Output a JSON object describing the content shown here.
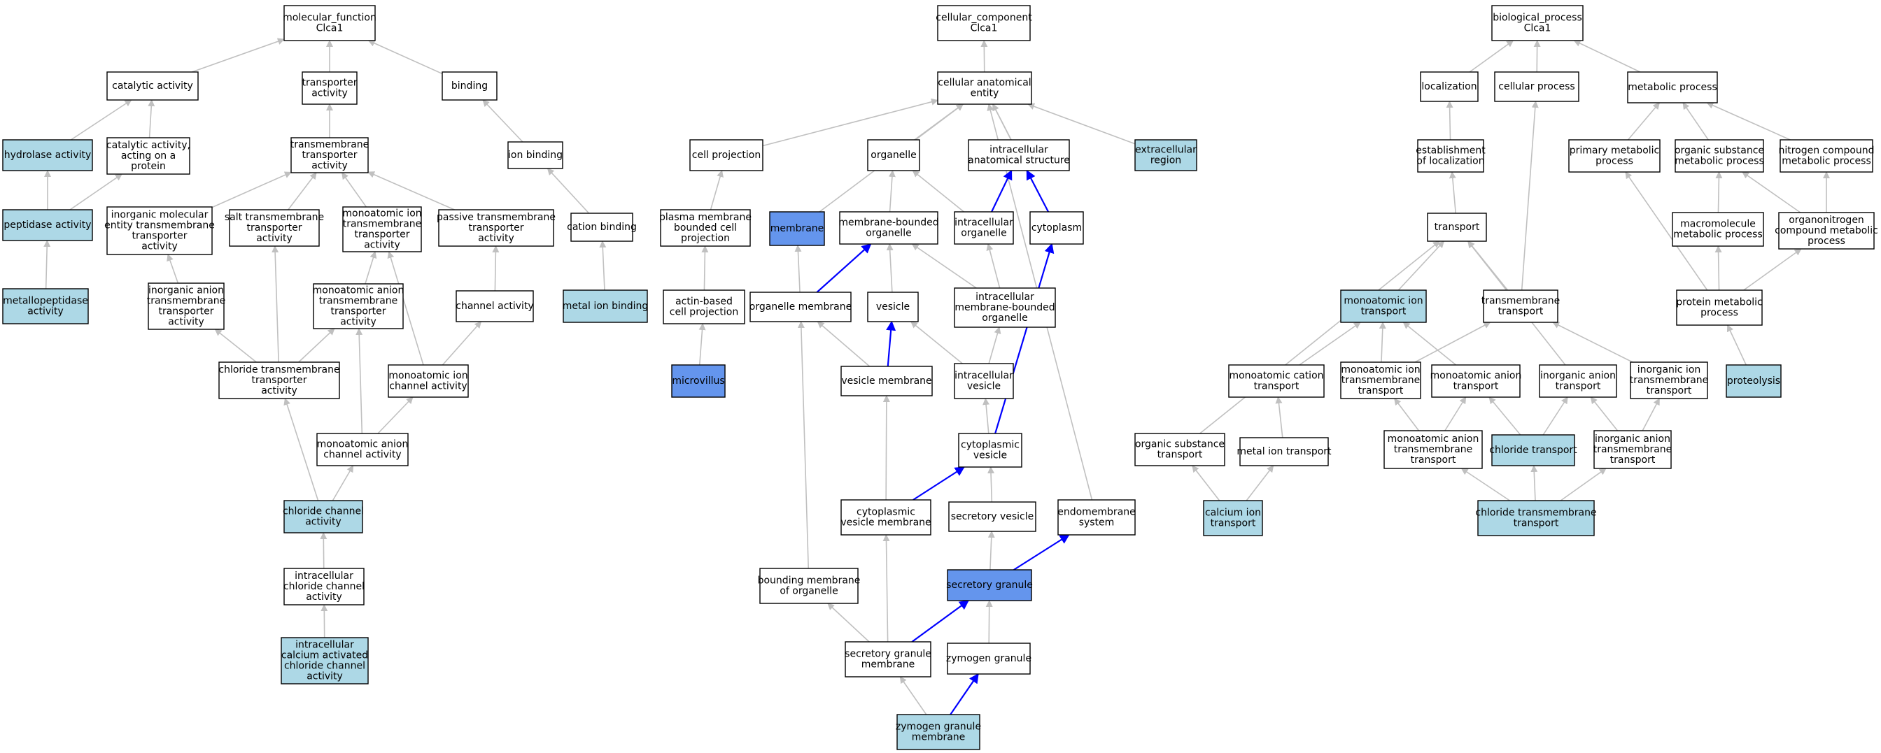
{
  "colors": {
    "plain": "#ffffff",
    "light": "#add8e6",
    "dark": "#6495ed",
    "edge_gray": "#c0c0c0",
    "edge_blue": "#0000ff"
  },
  "nodes": [
    {
      "id": "mf",
      "lines": [
        "molecular_function",
        "Clca1"
      ],
      "fill": "plain"
    },
    {
      "id": "catalytic",
      "lines": [
        "catalytic activity"
      ],
      "fill": "plain"
    },
    {
      "id": "transporter",
      "lines": [
        "transporter",
        "activity"
      ],
      "fill": "plain"
    },
    {
      "id": "binding",
      "lines": [
        "binding"
      ],
      "fill": "plain"
    },
    {
      "id": "hydrolase",
      "lines": [
        "hydrolase activity"
      ],
      "fill": "light"
    },
    {
      "id": "catprot",
      "lines": [
        "catalytic activity,",
        "acting on a",
        "protein"
      ],
      "fill": "plain"
    },
    {
      "id": "tmtransporter",
      "lines": [
        "transmembrane",
        "transporter",
        "activity"
      ],
      "fill": "plain"
    },
    {
      "id": "ionbinding",
      "lines": [
        "ion binding"
      ],
      "fill": "plain"
    },
    {
      "id": "peptidase",
      "lines": [
        "peptidase activity"
      ],
      "fill": "light"
    },
    {
      "id": "inorgmol",
      "lines": [
        "inorganic molecular",
        "entity transmembrane",
        "transporter",
        "activity"
      ],
      "fill": "plain"
    },
    {
      "id": "salttm",
      "lines": [
        "salt transmembrane",
        "transporter",
        "activity"
      ],
      "fill": "plain"
    },
    {
      "id": "monoiontm",
      "lines": [
        "monoatomic ion",
        "transmembrane",
        "transporter",
        "activity"
      ],
      "fill": "plain"
    },
    {
      "id": "passivetm",
      "lines": [
        "passive transmembrane",
        "transporter",
        "activity"
      ],
      "fill": "plain"
    },
    {
      "id": "cationbinding",
      "lines": [
        "cation binding"
      ],
      "fill": "plain"
    },
    {
      "id": "metallopep",
      "lines": [
        "metallopeptidase",
        "activity"
      ],
      "fill": "light"
    },
    {
      "id": "inorganiontm",
      "lines": [
        "inorganic anion",
        "transmembrane",
        "transporter",
        "activity"
      ],
      "fill": "plain"
    },
    {
      "id": "monoaniontm",
      "lines": [
        "monoatomic anion",
        "transmembrane",
        "transporter",
        "activity"
      ],
      "fill": "plain"
    },
    {
      "id": "channel",
      "lines": [
        "channel activity"
      ],
      "fill": "plain"
    },
    {
      "id": "metalionbinding",
      "lines": [
        "metal ion binding"
      ],
      "fill": "light"
    },
    {
      "id": "chloridetm",
      "lines": [
        "chloride transmembrane",
        "transporter",
        "activity"
      ],
      "fill": "plain"
    },
    {
      "id": "monoionchannel",
      "lines": [
        "monoatomic ion",
        "channel activity"
      ],
      "fill": "plain"
    },
    {
      "id": "monoanionchannel",
      "lines": [
        "monoatomic anion",
        "channel activity"
      ],
      "fill": "plain"
    },
    {
      "id": "chloridechannel",
      "lines": [
        "chloride channel",
        "activity"
      ],
      "fill": "light"
    },
    {
      "id": "intrachlchannel",
      "lines": [
        "intracellular",
        "chloride channel",
        "activity"
      ],
      "fill": "plain"
    },
    {
      "id": "intracalcium",
      "lines": [
        "intracellular",
        "calcium activated",
        "chloride channel",
        "activity"
      ],
      "fill": "light"
    },
    {
      "id": "cc",
      "lines": [
        "cellular_component",
        "Clca1"
      ],
      "fill": "plain"
    },
    {
      "id": "cae",
      "lines": [
        "cellular anatomical",
        "entity"
      ],
      "fill": "plain"
    },
    {
      "id": "cellproj",
      "lines": [
        "cell projection"
      ],
      "fill": "plain"
    },
    {
      "id": "organelle",
      "lines": [
        "organelle"
      ],
      "fill": "plain"
    },
    {
      "id": "intraanat",
      "lines": [
        "intracellular",
        "anatomical structure"
      ],
      "fill": "plain"
    },
    {
      "id": "extracell",
      "lines": [
        "extracellular",
        "region"
      ],
      "fill": "light"
    },
    {
      "id": "pmbcp",
      "lines": [
        "plasma membrane",
        "bounded cell",
        "projection"
      ],
      "fill": "plain"
    },
    {
      "id": "membrane",
      "lines": [
        "membrane"
      ],
      "fill": "dark"
    },
    {
      "id": "mbo",
      "lines": [
        "membrane-bounded",
        "organelle"
      ],
      "fill": "plain"
    },
    {
      "id": "intraorg",
      "lines": [
        "intracellular",
        "organelle"
      ],
      "fill": "plain"
    },
    {
      "id": "cytoplasm",
      "lines": [
        "cytoplasm"
      ],
      "fill": "plain"
    },
    {
      "id": "actinproj",
      "lines": [
        "actin-based",
        "cell projection"
      ],
      "fill": "plain"
    },
    {
      "id": "orgmembrane",
      "lines": [
        "organelle membrane"
      ],
      "fill": "plain"
    },
    {
      "id": "vesicle",
      "lines": [
        "vesicle"
      ],
      "fill": "plain"
    },
    {
      "id": "imbo",
      "lines": [
        "intracellular",
        "membrane-bounded",
        "organelle"
      ],
      "fill": "plain"
    },
    {
      "id": "microvillus",
      "lines": [
        "microvillus"
      ],
      "fill": "dark"
    },
    {
      "id": "vesmembrane",
      "lines": [
        "vesicle membrane"
      ],
      "fill": "plain"
    },
    {
      "id": "intravesicle",
      "lines": [
        "intracellular",
        "vesicle"
      ],
      "fill": "plain"
    },
    {
      "id": "cytovesicle",
      "lines": [
        "cytoplasmic",
        "vesicle"
      ],
      "fill": "plain"
    },
    {
      "id": "cytovesmembrane",
      "lines": [
        "cytoplasmic",
        "vesicle membrane"
      ],
      "fill": "plain"
    },
    {
      "id": "secvesicle",
      "lines": [
        "secretory vesicle"
      ],
      "fill": "plain"
    },
    {
      "id": "endomembrane",
      "lines": [
        "endomembrane",
        "system"
      ],
      "fill": "plain"
    },
    {
      "id": "boundingmembrane",
      "lines": [
        "bounding membrane",
        "of organelle"
      ],
      "fill": "plain"
    },
    {
      "id": "secgranule",
      "lines": [
        "secretory granule"
      ],
      "fill": "dark"
    },
    {
      "id": "secgranmembrane",
      "lines": [
        "secretory granule",
        "membrane"
      ],
      "fill": "plain"
    },
    {
      "id": "zymogengranule",
      "lines": [
        "zymogen granule"
      ],
      "fill": "plain"
    },
    {
      "id": "zymogenmembrane",
      "lines": [
        "zymogen granule",
        "membrane"
      ],
      "fill": "light"
    },
    {
      "id": "bp",
      "lines": [
        "biological_process",
        "Clca1"
      ],
      "fill": "plain"
    },
    {
      "id": "localization",
      "lines": [
        "localization"
      ],
      "fill": "plain"
    },
    {
      "id": "cellprocess",
      "lines": [
        "cellular process"
      ],
      "fill": "plain"
    },
    {
      "id": "metabolic",
      "lines": [
        "metabolic process"
      ],
      "fill": "plain"
    },
    {
      "id": "establoc",
      "lines": [
        "establishment",
        "of localization"
      ],
      "fill": "plain"
    },
    {
      "id": "primarymet",
      "lines": [
        "primary metabolic",
        "process"
      ],
      "fill": "plain"
    },
    {
      "id": "orgsubmet",
      "lines": [
        "organic substance",
        "metabolic process"
      ],
      "fill": "plain"
    },
    {
      "id": "nitrogenmet",
      "lines": [
        "nitrogen compound",
        "metabolic process"
      ],
      "fill": "plain"
    },
    {
      "id": "transport",
      "lines": [
        "transport"
      ],
      "fill": "plain"
    },
    {
      "id": "macromet",
      "lines": [
        "macromolecule",
        "metabolic process"
      ],
      "fill": "plain"
    },
    {
      "id": "organonitro",
      "lines": [
        "organonitrogen",
        "compound metabolic",
        "process"
      ],
      "fill": "plain"
    },
    {
      "id": "monoiontransport",
      "lines": [
        "monoatomic ion",
        "transport"
      ],
      "fill": "light"
    },
    {
      "id": "tmtransport",
      "lines": [
        "transmembrane",
        "transport"
      ],
      "fill": "plain"
    },
    {
      "id": "proteinmet",
      "lines": [
        "protein metabolic",
        "process"
      ],
      "fill": "plain"
    },
    {
      "id": "monocation",
      "lines": [
        "monoatomic cation",
        "transport"
      ],
      "fill": "plain"
    },
    {
      "id": "monoiontmtransport",
      "lines": [
        "monoatomic ion",
        "transmembrane",
        "transport"
      ],
      "fill": "plain"
    },
    {
      "id": "monoanion",
      "lines": [
        "monoatomic anion",
        "transport"
      ],
      "fill": "plain"
    },
    {
      "id": "inorganion",
      "lines": [
        "inorganic anion",
        "transport"
      ],
      "fill": "plain"
    },
    {
      "id": "inorgiontm",
      "lines": [
        "inorganic ion",
        "transmembrane",
        "transport"
      ],
      "fill": "plain"
    },
    {
      "id": "proteolysis",
      "lines": [
        "proteolysis"
      ],
      "fill": "light"
    },
    {
      "id": "orgsubtransport",
      "lines": [
        "organic substance",
        "transport"
      ],
      "fill": "plain"
    },
    {
      "id": "metaliontransport",
      "lines": [
        "metal ion transport"
      ],
      "fill": "plain"
    },
    {
      "id": "monoaniontmtransport",
      "lines": [
        "monoatomic anion",
        "transmembrane",
        "transport"
      ],
      "fill": "plain"
    },
    {
      "id": "chloridetransport",
      "lines": [
        "chloride transport"
      ],
      "fill": "light"
    },
    {
      "id": "inorganiontmtransport",
      "lines": [
        "inorganic anion",
        "transmembrane",
        "transport"
      ],
      "fill": "plain"
    },
    {
      "id": "calciumtransport",
      "lines": [
        "calcium ion",
        "transport"
      ],
      "fill": "light"
    },
    {
      "id": "chloridetmtransport",
      "lines": [
        "chloride transmembrane",
        "transport"
      ],
      "fill": "light"
    }
  ],
  "edges": [
    [
      "catalytic",
      "mf",
      "gray"
    ],
    [
      "transporter",
      "mf",
      "gray"
    ],
    [
      "binding",
      "mf",
      "gray"
    ],
    [
      "hydrolase",
      "catalytic",
      "gray"
    ],
    [
      "catprot",
      "catalytic",
      "gray"
    ],
    [
      "tmtransporter",
      "transporter",
      "gray"
    ],
    [
      "ionbinding",
      "binding",
      "gray"
    ],
    [
      "peptidase",
      "hydrolase",
      "gray"
    ],
    [
      "peptidase",
      "catprot",
      "gray"
    ],
    [
      "inorgmol",
      "tmtransporter",
      "gray"
    ],
    [
      "salttm",
      "tmtransporter",
      "gray"
    ],
    [
      "monoiontm",
      "tmtransporter",
      "gray"
    ],
    [
      "passivetm",
      "tmtransporter",
      "gray"
    ],
    [
      "cationbinding",
      "ionbinding",
      "gray"
    ],
    [
      "metallopep",
      "peptidase",
      "gray"
    ],
    [
      "inorganiontm",
      "inorgmol",
      "gray"
    ],
    [
      "monoaniontm",
      "monoiontm",
      "gray"
    ],
    [
      "channel",
      "passivetm",
      "gray"
    ],
    [
      "metalionbinding",
      "cationbinding",
      "gray"
    ],
    [
      "chloridetm",
      "inorganiontm",
      "gray"
    ],
    [
      "chloridetm",
      "salttm",
      "gray"
    ],
    [
      "chloridetm",
      "monoaniontm",
      "gray"
    ],
    [
      "monoionchannel",
      "monoiontm",
      "gray"
    ],
    [
      "monoionchannel",
      "channel",
      "gray"
    ],
    [
      "monoanionchannel",
      "monoaniontm",
      "gray"
    ],
    [
      "monoanionchannel",
      "monoionchannel",
      "gray"
    ],
    [
      "chloridechannel",
      "chloridetm",
      "gray"
    ],
    [
      "chloridechannel",
      "monoanionchannel",
      "gray"
    ],
    [
      "intrachlchannel",
      "chloridechannel",
      "gray"
    ],
    [
      "intracalcium",
      "intrachlchannel",
      "gray"
    ],
    [
      "cae",
      "cc",
      "gray"
    ],
    [
      "cellproj",
      "cae",
      "gray"
    ],
    [
      "organelle",
      "cae",
      "gray"
    ],
    [
      "intraanat",
      "cae",
      "gray"
    ],
    [
      "extracell",
      "cae",
      "gray"
    ],
    [
      "membrane",
      "cae",
      "gray"
    ],
    [
      "cytoplasm",
      "cae",
      "gray"
    ],
    [
      "endomembrane",
      "cae",
      "gray"
    ],
    [
      "pmbcp",
      "cellproj",
      "gray"
    ],
    [
      "mbo",
      "organelle",
      "gray"
    ],
    [
      "intraorg",
      "organelle",
      "gray"
    ],
    [
      "intraorg",
      "intraanat",
      "blue"
    ],
    [
      "cytoplasm",
      "intraanat",
      "blue"
    ],
    [
      "actinproj",
      "pmbcp",
      "gray"
    ],
    [
      "orgmembrane",
      "membrane",
      "gray"
    ],
    [
      "orgmembrane",
      "mbo",
      "blue"
    ],
    [
      "vesicle",
      "mbo",
      "gray"
    ],
    [
      "imbo",
      "mbo",
      "gray"
    ],
    [
      "imbo",
      "intraorg",
      "gray"
    ],
    [
      "microvillus",
      "actinproj",
      "gray"
    ],
    [
      "vesmembrane",
      "vesicle",
      "blue"
    ],
    [
      "vesmembrane",
      "orgmembrane",
      "gray"
    ],
    [
      "intravesicle",
      "vesicle",
      "gray"
    ],
    [
      "intravesicle",
      "imbo",
      "gray"
    ],
    [
      "cytovesicle",
      "intravesicle",
      "gray"
    ],
    [
      "cytovesicle",
      "cytoplasm",
      "blue"
    ],
    [
      "cytovesmembrane",
      "vesmembrane",
      "gray"
    ],
    [
      "cytovesmembrane",
      "cytovesicle",
      "blue"
    ],
    [
      "secvesicle",
      "cytovesicle",
      "gray"
    ],
    [
      "boundingmembrane",
      "orgmembrane",
      "gray"
    ],
    [
      "secgranule",
      "secvesicle",
      "gray"
    ],
    [
      "secgranule",
      "endomembrane",
      "blue"
    ],
    [
      "secgranmembrane",
      "cytovesmembrane",
      "gray"
    ],
    [
      "secgranmembrane",
      "boundingmembrane",
      "gray"
    ],
    [
      "secgranmembrane",
      "secgranule",
      "blue"
    ],
    [
      "zymogengranule",
      "secgranule",
      "gray"
    ],
    [
      "zymogenmembrane",
      "secgranmembrane",
      "gray"
    ],
    [
      "zymogenmembrane",
      "zymogengranule",
      "blue"
    ],
    [
      "localization",
      "bp",
      "gray"
    ],
    [
      "cellprocess",
      "bp",
      "gray"
    ],
    [
      "metabolic",
      "bp",
      "gray"
    ],
    [
      "establoc",
      "localization",
      "gray"
    ],
    [
      "primarymet",
      "metabolic",
      "gray"
    ],
    [
      "orgsubmet",
      "metabolic",
      "gray"
    ],
    [
      "nitrogenmet",
      "metabolic",
      "gray"
    ],
    [
      "transport",
      "establoc",
      "gray"
    ],
    [
      "macromet",
      "orgsubmet",
      "gray"
    ],
    [
      "organonitro",
      "orgsubmet",
      "gray"
    ],
    [
      "organonitro",
      "nitrogenmet",
      "gray"
    ],
    [
      "monoiontransport",
      "transport",
      "gray"
    ],
    [
      "tmtransport",
      "transport",
      "gray"
    ],
    [
      "tmtransport",
      "cellprocess",
      "gray"
    ],
    [
      "proteinmet",
      "primarymet",
      "gray"
    ],
    [
      "proteinmet",
      "macromet",
      "gray"
    ],
    [
      "proteinmet",
      "organonitro",
      "gray"
    ],
    [
      "monocation",
      "monoiontransport",
      "gray"
    ],
    [
      "monoiontmtransport",
      "monoiontransport",
      "gray"
    ],
    [
      "monoiontmtransport",
      "tmtransport",
      "gray"
    ],
    [
      "monoanion",
      "monoiontransport",
      "gray"
    ],
    [
      "inorganion",
      "transport",
      "gray"
    ],
    [
      "inorgiontm",
      "tmtransport",
      "gray"
    ],
    [
      "proteolysis",
      "proteinmet",
      "gray"
    ],
    [
      "orgsubtransport",
      "transport",
      "gray"
    ],
    [
      "metaliontransport",
      "monocation",
      "gray"
    ],
    [
      "monoaniontmtransport",
      "monoiontmtransport",
      "gray"
    ],
    [
      "monoaniontmtransport",
      "monoanion",
      "gray"
    ],
    [
      "chloridetransport",
      "monoanion",
      "gray"
    ],
    [
      "chloridetransport",
      "inorganion",
      "gray"
    ],
    [
      "inorganiontmtransport",
      "inorganion",
      "gray"
    ],
    [
      "inorganiontmtransport",
      "inorgiontm",
      "gray"
    ],
    [
      "calciumtransport",
      "orgsubtransport",
      "gray"
    ],
    [
      "calciumtransport",
      "metaliontransport",
      "gray"
    ],
    [
      "chloridetmtransport",
      "monoaniontmtransport",
      "gray"
    ],
    [
      "chloridetmtransport",
      "chloridetransport",
      "gray"
    ],
    [
      "chloridetmtransport",
      "inorganiontmtransport",
      "gray"
    ]
  ]
}
